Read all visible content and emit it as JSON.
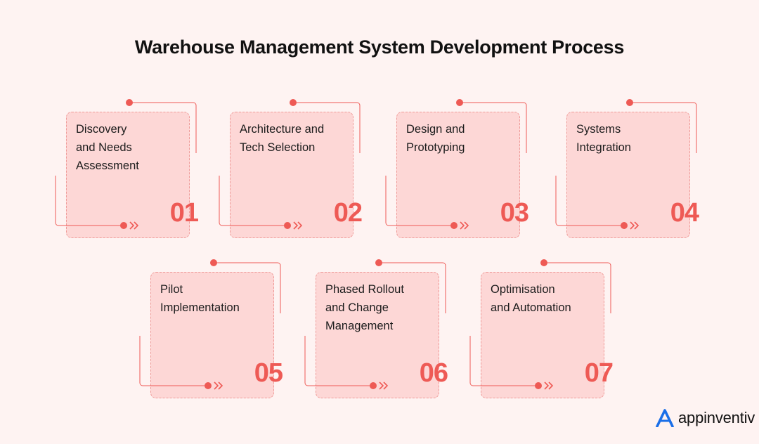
{
  "title": "Warehouse Management System Development Process",
  "accent_color": "#ee5a55",
  "card_color": "#fdd7d6",
  "steps": [
    {
      "label": "Discovery\nand Needs\nAssessment",
      "number": "01"
    },
    {
      "label": "Architecture and\nTech Selection",
      "number": "02"
    },
    {
      "label": "Design and\nPrototyping",
      "number": "03"
    },
    {
      "label": "Systems\nIntegration",
      "number": "04"
    },
    {
      "label": "Pilot\nImplementation",
      "number": "05"
    },
    {
      "label": "Phased Rollout\nand Change\nManagement",
      "number": "06"
    },
    {
      "label": "Optimisation\nand Automation",
      "number": "07"
    }
  ],
  "brand": {
    "name": "appinventiv",
    "icon": "appinventiv-logo-icon"
  }
}
